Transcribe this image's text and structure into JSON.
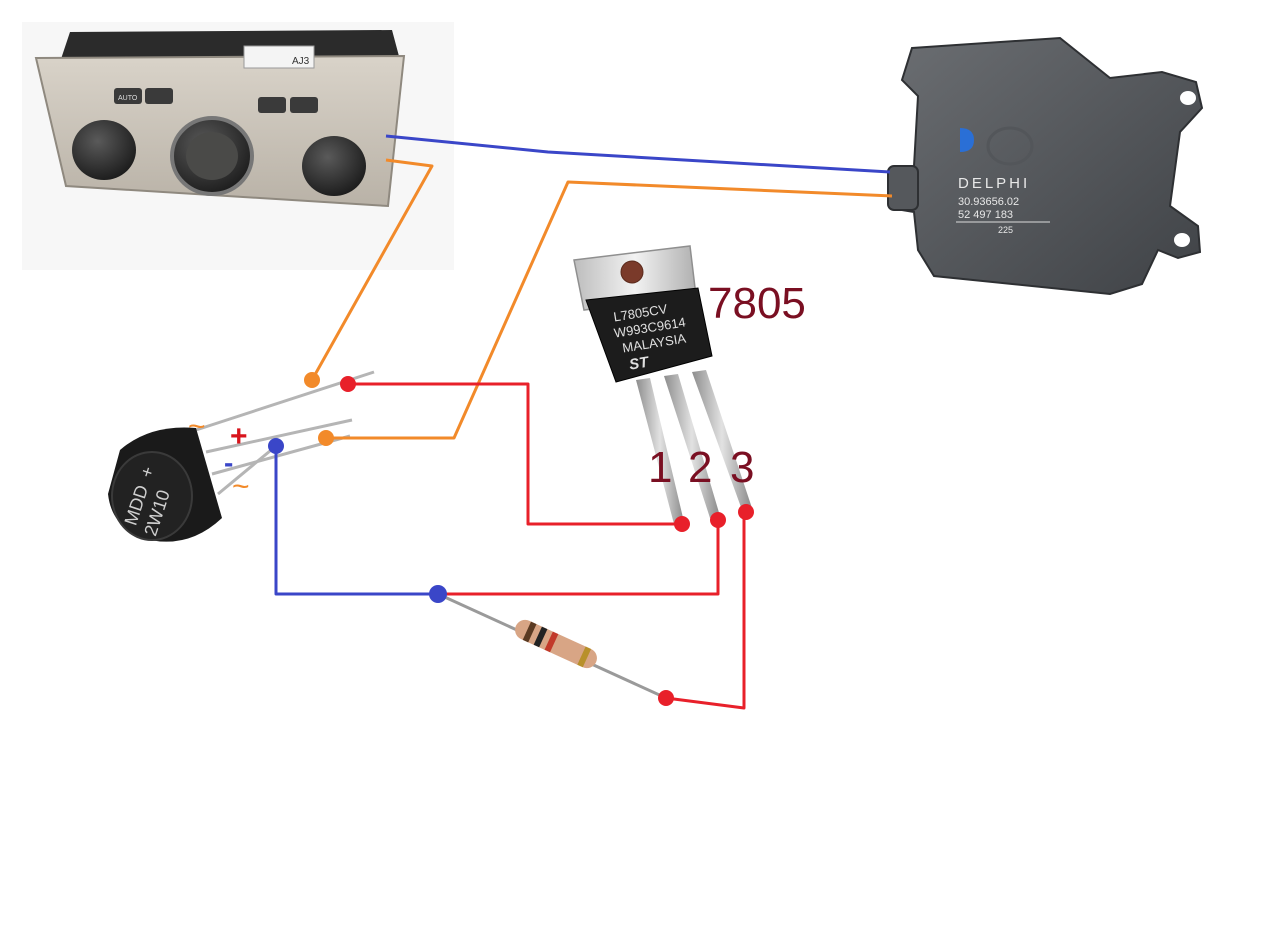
{
  "colors": {
    "wire_red": "#e8202a",
    "wire_blue": "#3a46c8",
    "wire_orange": "#f28a2a",
    "label_dark_red": "#7a0f22",
    "bridge_plus": "#d8141c",
    "bridge_minus": "#3a46c8",
    "bridge_tilde": "#f28a2a"
  },
  "control_panel": {
    "sticker_code": "AJ3",
    "button_auto": "AUTO"
  },
  "actuator": {
    "brand": "DELPHI",
    "part_number": "30.93656.02",
    "part_number_2": "52 497 183",
    "code": "225"
  },
  "regulator": {
    "name_label": "7805",
    "marking_line1": "L7805CV",
    "marking_line2": "W993C9614",
    "marking_line3": "MALAYSIA",
    "logo": "ST",
    "pin_labels": [
      "1",
      "2",
      "3"
    ]
  },
  "bridge_rectifier": {
    "body_line1": "MDD",
    "body_line2": "2W10",
    "body_plus": "+",
    "pin_plus": "+",
    "pin_minus": "-",
    "pin_ac_top": "~",
    "pin_ac_bottom": "~"
  }
}
